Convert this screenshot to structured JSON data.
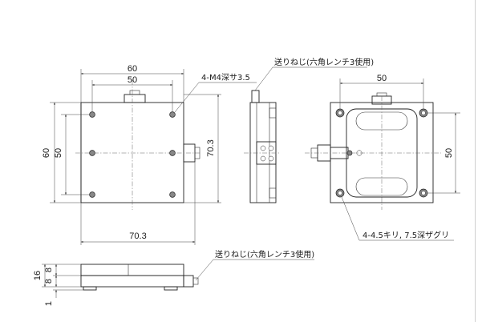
{
  "drawing": {
    "dims": {
      "top_width_outer": "60",
      "top_width_inner": "50",
      "left_height_outer": "60",
      "left_height_inner": "50",
      "right_height": "70.3",
      "bottom_width": "70.3",
      "right_view_width": "50",
      "right_view_height": "50",
      "side_total": "16",
      "side_upper": "8",
      "side_lower": "8",
      "side_base": "1"
    },
    "notes": {
      "thread_holes": "4-M4深サ3.5",
      "feed_screw_top": "送りねじ(六角レンチ3使用)",
      "feed_screw_bottom": "送りねじ(六角レンチ3使用)",
      "counterbore": "4-4.5キリ, 7.5深ザグリ"
    }
  }
}
